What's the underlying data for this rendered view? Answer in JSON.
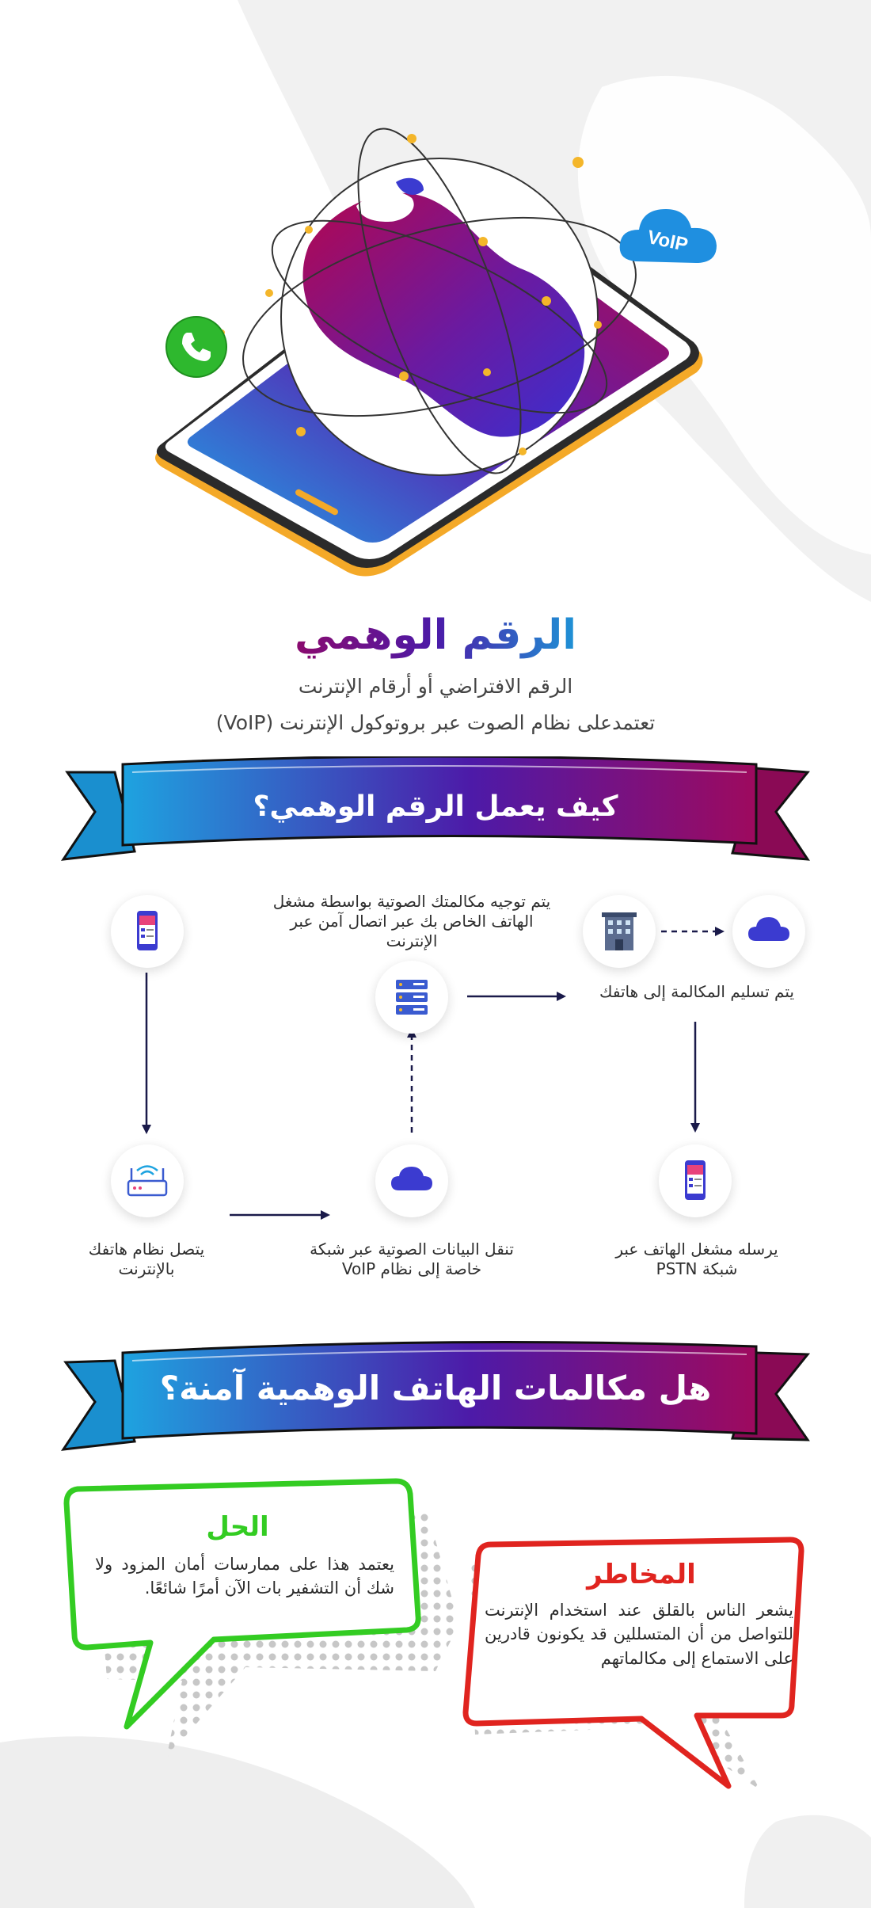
{
  "hero": {
    "title": "الرقم الوهمي",
    "subtitle_line1": "الرقم الافتراضي أو أرقام الإنترنت",
    "subtitle_line2": "تعتمدعلى نظام الصوت عبر بروتوكول الإنترنت (VoIP)",
    "voip_badge": "VoIP"
  },
  "section_how": {
    "heading": "كيف يعمل الرقم الوهمي؟",
    "steps": {
      "routed": "يتم توجيه مكالمتك الصوتية بواسطة مشغل الهاتف الخاص بك عبر اتصال آمن عبر الإنترنت",
      "delivered": "يتم تسليم المكالمة إلى هاتفك",
      "connect": "يتصل نظام هاتفك بالإنترنت",
      "transfer": "تنقل البيانات الصوتية عبر شبكة خاصة إلى نظام VoIP",
      "pstn": "يرسله مشغل الهاتف عبر شبكة PSTN"
    }
  },
  "section_safe": {
    "heading": "هل مكالمات الهاتف الوهمية آمنة؟",
    "solution": {
      "title": "الحل",
      "text": "يعتمد هذا على ممارسات أمان المزود ولا شك أن التشفير بات الآن أمرًا شائعًا.",
      "color": "#33cc22"
    },
    "risks": {
      "title": "المخاطر",
      "text": "يشعر الناس بالقلق عند استخدام الإنترنت للتواصل من أن المتسللين قد يكونون قادرين على الاستماع إلى مكالماتهم",
      "color": "#e0241f"
    }
  },
  "colors": {
    "gradient_start": "#1e93d6",
    "gradient_mid": "#4b1aa8",
    "gradient_end": "#8b0a6e",
    "arrow": "#1a1a4a"
  }
}
